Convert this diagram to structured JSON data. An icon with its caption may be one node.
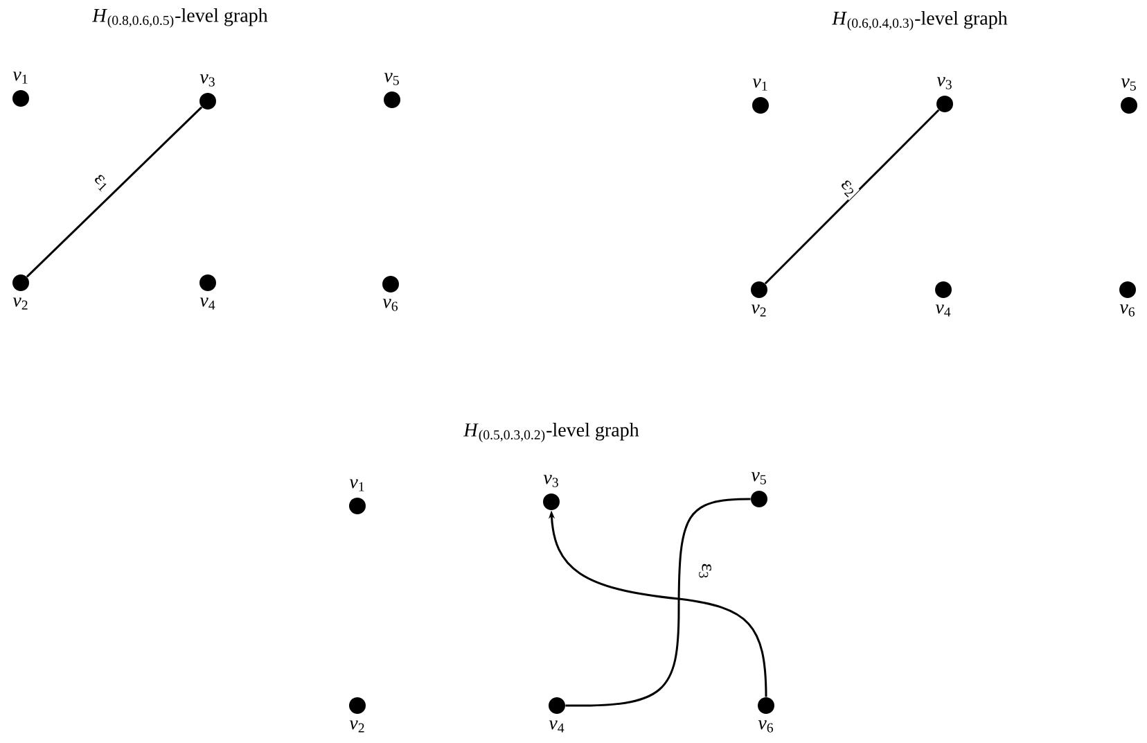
{
  "diagram": {
    "nodes": [
      {
        "text": [],
        "shape": "circle",
        "beside": [
          "*v*$_{1}$"
        ]
      },
      {
        "text": [],
        "shape": "circle",
        "beside": [
          "*v*$_{2}$"
        ]
      },
      {
        "text": [],
        "shape": "circle",
        "beside": [
          "*v*$_{3}$"
        ]
      },
      {
        "text": [],
        "shape": "circle",
        "beside": [
          "*v*$_{4}$"
        ]
      },
      {
        "text": [],
        "shape": "circle",
        "beside": [
          "*v*$_{5}$"
        ]
      },
      {
        "text": [],
        "shape": "circle",
        "beside": [
          "*v*$_{6}$"
        ]
      },
      {
        "text": [],
        "shape": "circle",
        "beside": [
          "*v*$_{1}$"
        ]
      },
      {
        "text": [],
        "shape": "circle",
        "beside": [
          "*v*$_{2}$"
        ]
      },
      {
        "text": [],
        "shape": "circle",
        "beside": [
          "*v*$_{3}$"
        ]
      },
      {
        "text": [],
        "shape": "circle",
        "beside": [
          "*v*$_{4}$"
        ]
      },
      {
        "text": [],
        "shape": "circle",
        "beside": [
          "*v*$_{5}$"
        ]
      },
      {
        "text": [],
        "shape": "circle",
        "beside": [
          "*v*$_{6}$"
        ]
      },
      {
        "text": [],
        "shape": "circle",
        "beside": [
          "*v*$_{1}$"
        ]
      },
      {
        "text": [],
        "shape": "circle",
        "beside": [
          "*v*$_{2}$"
        ]
      },
      {
        "text": [],
        "shape": "circle",
        "beside": [
          "*v*$_{3}$"
        ]
      },
      {
        "text": [],
        "shape": "circle",
        "beside": [
          "*v*$_{4}$"
        ]
      },
      {
        "text": [],
        "shape": "circle",
        "beside": [
          "*v*$_{5}$"
        ]
      },
      {
        "text": [],
        "shape": "circle",
        "beside": [
          "*v*$_{6}$"
        ]
      }
    ],
    "edges": [
      {
        "from": 1,
        "to": 2,
        "arrow": "none",
        "label": "ε$_{1}$"
      },
      {
        "from": 7,
        "to": 8,
        "arrow": "none",
        "label": "ε$_{2}$"
      },
      {
        "from": 15,
        "to": 16,
        "arrow": "none",
        "label": "ε$_{3}$"
      },
      {
        "from": 17,
        "to": 14,
        "arrow": "to"
      }
    ],
    "labels": [
      "*H*$_{(0.8,0.6,0.5)}$-level graph",
      "*H*$_{(0.6,0.4,0.3)}$-level graph",
      "*H*$_{(0.5,0.3,0.2)}$-level graph"
    ]
  }
}
